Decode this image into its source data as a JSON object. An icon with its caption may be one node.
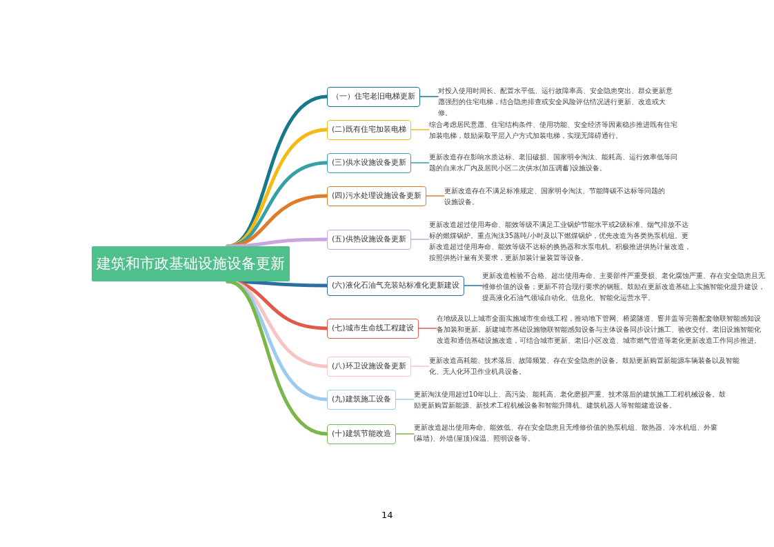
{
  "diagram": {
    "nodes": [
      {
        "text": [
          "建筑和市政基础设施设备更新"
        ]
      },
      {
        "text": [
          "（一）住宅老旧电梯更新"
        ]
      },
      {
        "text": [
          "(二)既有住宅加装电梯"
        ]
      },
      {
        "text": [
          "(三)供水设施设备更新"
        ]
      },
      {
        "text": [
          "(四)污水处理设施设备更新"
        ]
      },
      {
        "text": [
          "(五)供热设施设备更新"
        ]
      },
      {
        "text": [
          "(六)液化石油气充装站标准化更新建设"
        ]
      },
      {
        "text": [
          "(七)城市生命线工程建设"
        ]
      },
      {
        "text": [
          "(八)环卫设施设备更新"
        ]
      },
      {
        "text": [
          "(九)建筑施工设备"
        ]
      },
      {
        "text": [
          "(十)建筑节能改造"
        ]
      },
      {
        "text": [
          "对投入使用时间长、配置水平低、运行故障率高、安全隐患突出、群众更新意愿强烈的住宅电梯，结合隐患排查或安全风险评估情况进行更新、改造或大修。"
        ]
      },
      {
        "text": [
          "综合考虑居民意愿、住宅结构条件、使用功能、安全经济等因素稳步推进既有住宅加装电梯，鼓励采取平层入户方式加装电梯，实现无障碍通行。"
        ]
      },
      {
        "text": [
          "更新改造存在影响水质达标、老旧破损、国家明令淘汰、能耗高、运行效率低等问题的自来水厂内及居民小区二次供水(加压调蓄)设施设备。"
        ]
      },
      {
        "text": [
          "更新改造存在不满足标准规定、国家明令淘汰、节能降碳不达标等问题的设施设备。"
        ]
      },
      {
        "text": [
          "更新改造超过使用寿命、能效等级不满足工业锅炉节能水平或2级标准、烟气排放不达标的燃煤锅炉。重点淘汰35蒸吨/小时及以下燃煤锅炉，优先改造为各类热泵机组。更新改造超过使用寿命、能效等级不达标的换热器和水泵电机。积极推进供热计量改造，按照供热计量有关要求，更新加装计量装置等设备。"
        ]
      },
      {
        "text": [
          "更新改造检验不合格、超出使用寿命、主要部件严重受损、老化腐蚀严重、存在安全隐患且无维修价值的设备；更新不符合现行要求的钢瓶。鼓励在更新改造基础上实施智能化提升建设，提高液化石油气领域自动化、信息化、智能化运营水平。"
        ]
      },
      {
        "text": [
          "在地级及以上城市全面实施城市生命线工程，推动地下管网、桥梁隧道、窨井盖等完善配套物联智能感知设备加装和更新。新建城市基础设施物联智能感知设备与主体设备同步设计施工、验收交付。老旧设施智能化改造和通信基础设施改造，可结合城市更新、老旧小区改造、城市燃气管道等老化更新改造工作同步推进。"
        ]
      },
      {
        "text": [
          "更新改造高耗能、技术落后、故障频繁、存在安全隐患的设备。鼓励更新购置新能源车辆装备以及智能化、无人化环卫作业机具设备。"
        ]
      },
      {
        "text": [
          "更新淘汰使用超过10年以上、高污染、能耗高、老化磨损严重、技术落后的建筑施工工程机械设备。鼓励更新购置新能源、新技术工程机械设备和智能升降机、建筑机器人等智能建造设备。"
        ]
      },
      {
        "text": [
          "更新改造超出使用寿命、能效低、存在安全隐患且无维修价值的热泵机组、散热器、冷水机组、外窗(幕墙)、外墙(屋顶)保温、照明设备等。"
        ]
      }
    ],
    "edges": [
      {
        "from": 0,
        "to": 1,
        "arrow": "none",
        "style": "thick",
        "color": "#17788a"
      },
      {
        "from": 0,
        "to": 2,
        "arrow": "none",
        "style": "thick",
        "color": "#f5b914"
      },
      {
        "from": 0,
        "to": 3,
        "arrow": "none",
        "style": "thick",
        "color": "#35a0a8"
      },
      {
        "from": 0,
        "to": 4,
        "arrow": "none",
        "style": "thick",
        "color": "#e07b2a"
      },
      {
        "from": 0,
        "to": 5,
        "arrow": "none",
        "style": "thick",
        "color": "#c9a6e0"
      },
      {
        "from": 0,
        "to": 6,
        "arrow": "none",
        "style": "thick",
        "color": "#2d6ea3"
      },
      {
        "from": 0,
        "to": 7,
        "arrow": "none",
        "style": "thick",
        "color": "#e05a4a"
      },
      {
        "from": 0,
        "to": 8,
        "arrow": "none",
        "style": "thick",
        "color": "#f7c4c4"
      },
      {
        "from": 0,
        "to": 9,
        "arrow": "none",
        "style": "thick",
        "color": "#9ccbf0"
      },
      {
        "from": 0,
        "to": 10,
        "arrow": "none",
        "style": "thick",
        "color": "#7ab648"
      },
      {
        "from": 1,
        "to": 11,
        "arrow": "none",
        "color": "#17788a"
      },
      {
        "from": 2,
        "to": 12,
        "arrow": "none",
        "color": "#f5b914"
      },
      {
        "from": 3,
        "to": 13,
        "arrow": "none",
        "color": "#35a0a8"
      },
      {
        "from": 4,
        "to": 14,
        "arrow": "none",
        "color": "#e07b2a"
      },
      {
        "from": 5,
        "to": 15,
        "arrow": "none",
        "color": "#c9a6e0"
      },
      {
        "from": 6,
        "to": 16,
        "arrow": "none",
        "color": "#2d6ea3"
      },
      {
        "from": 7,
        "to": 17,
        "arrow": "none",
        "color": "#e05a4a"
      },
      {
        "from": 8,
        "to": 18,
        "arrow": "none",
        "color": "#f7c4c4"
      },
      {
        "from": 9,
        "to": 19,
        "arrow": "none",
        "color": "#9ccbf0"
      },
      {
        "from": 10,
        "to": 20,
        "arrow": "none",
        "color": "#7ab648"
      }
    ],
    "labels": [
      "14"
    ]
  }
}
